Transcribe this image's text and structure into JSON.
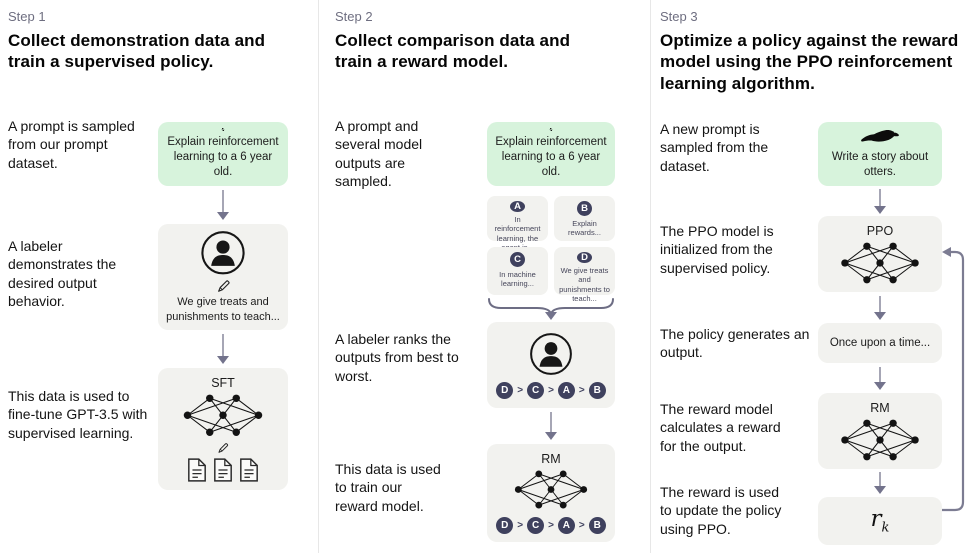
{
  "step1": {
    "label": "Step 1",
    "title": "Collect demonstration data and train a supervised policy.",
    "captions": [
      "A prompt is sampled from our prompt dataset.",
      "A labeler demonstrates the desired output behavior.",
      "This data is used to fine-tune GPT-3.5 with supervised learning."
    ],
    "prompt_box": "Explain reinforcement learning to a 6 year old.",
    "labeler_box": "We give treats and punishments to teach...",
    "model_label": "SFT"
  },
  "step2": {
    "label": "Step 2",
    "title": "Collect comparison data and train a reward model.",
    "captions": [
      "A prompt and several model outputs are sampled.",
      "A labeler ranks the outputs from best to worst.",
      "This data is used to train our reward model."
    ],
    "prompt_box": "Explain reinforcement learning to a 6 year old.",
    "outputs": [
      {
        "letter": "A",
        "text": "In reinforcement learning, the agent is..."
      },
      {
        "letter": "B",
        "text": "Explain rewards..."
      },
      {
        "letter": "C",
        "text": "In machine learning..."
      },
      {
        "letter": "D",
        "text": "We give treats and punishments to teach..."
      }
    ],
    "ranking": [
      "D",
      "C",
      "A",
      "B"
    ],
    "rank_separator": ">",
    "model_label": "RM"
  },
  "step3": {
    "label": "Step 3",
    "title": "Optimize a policy against the reward model using the PPO reinforcement learning algorithm.",
    "captions": [
      "A new prompt is sampled from the dataset.",
      "The PPO model is initialized from the supervised policy.",
      "The policy generates an output.",
      "The reward model calculates a reward for the output.",
      "The reward is used to update the policy using PPO."
    ],
    "prompt_box": "Write a story about otters.",
    "ppo_label": "PPO",
    "output_box": "Once upon a time...",
    "rm_label": "RM",
    "reward_base": "r",
    "reward_sub": "k"
  },
  "colors": {
    "green_box": "#d7f3dc",
    "gray_box": "#f2f2ef",
    "chip_navy": "#3f415e",
    "arrow_gray": "#8e8ea0"
  }
}
